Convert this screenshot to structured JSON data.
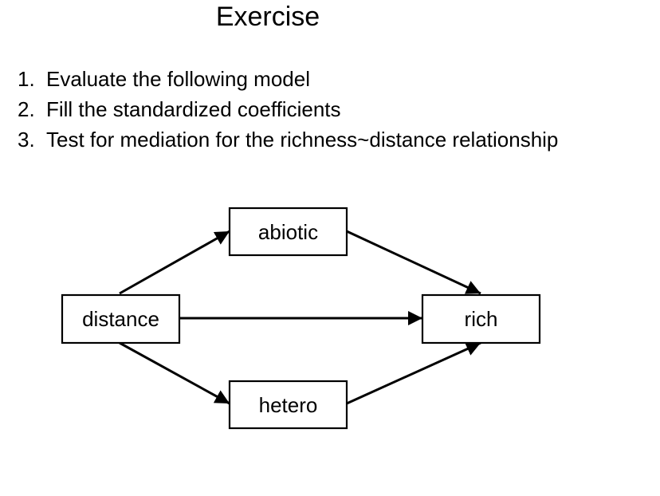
{
  "slide": {
    "title": "Exercise"
  },
  "tasks": [
    {
      "number": "1.",
      "text": "Evaluate the following model"
    },
    {
      "number": "2.",
      "text": "Fill the standardized coefficients"
    },
    {
      "number": "3.",
      "text": "Test for mediation for the richness~distance relationship"
    }
  ],
  "diagram": {
    "nodes": {
      "distance": "distance",
      "abiotic": "abiotic",
      "rich": "rich",
      "hetero": "hetero"
    },
    "edges": [
      {
        "from": "distance",
        "to": "abiotic"
      },
      {
        "from": "distance",
        "to": "rich"
      },
      {
        "from": "distance",
        "to": "hetero"
      },
      {
        "from": "abiotic",
        "to": "rich"
      },
      {
        "from": "hetero",
        "to": "rich"
      }
    ],
    "colors": {
      "stroke": "#000000",
      "fill": "#ffffff"
    }
  }
}
